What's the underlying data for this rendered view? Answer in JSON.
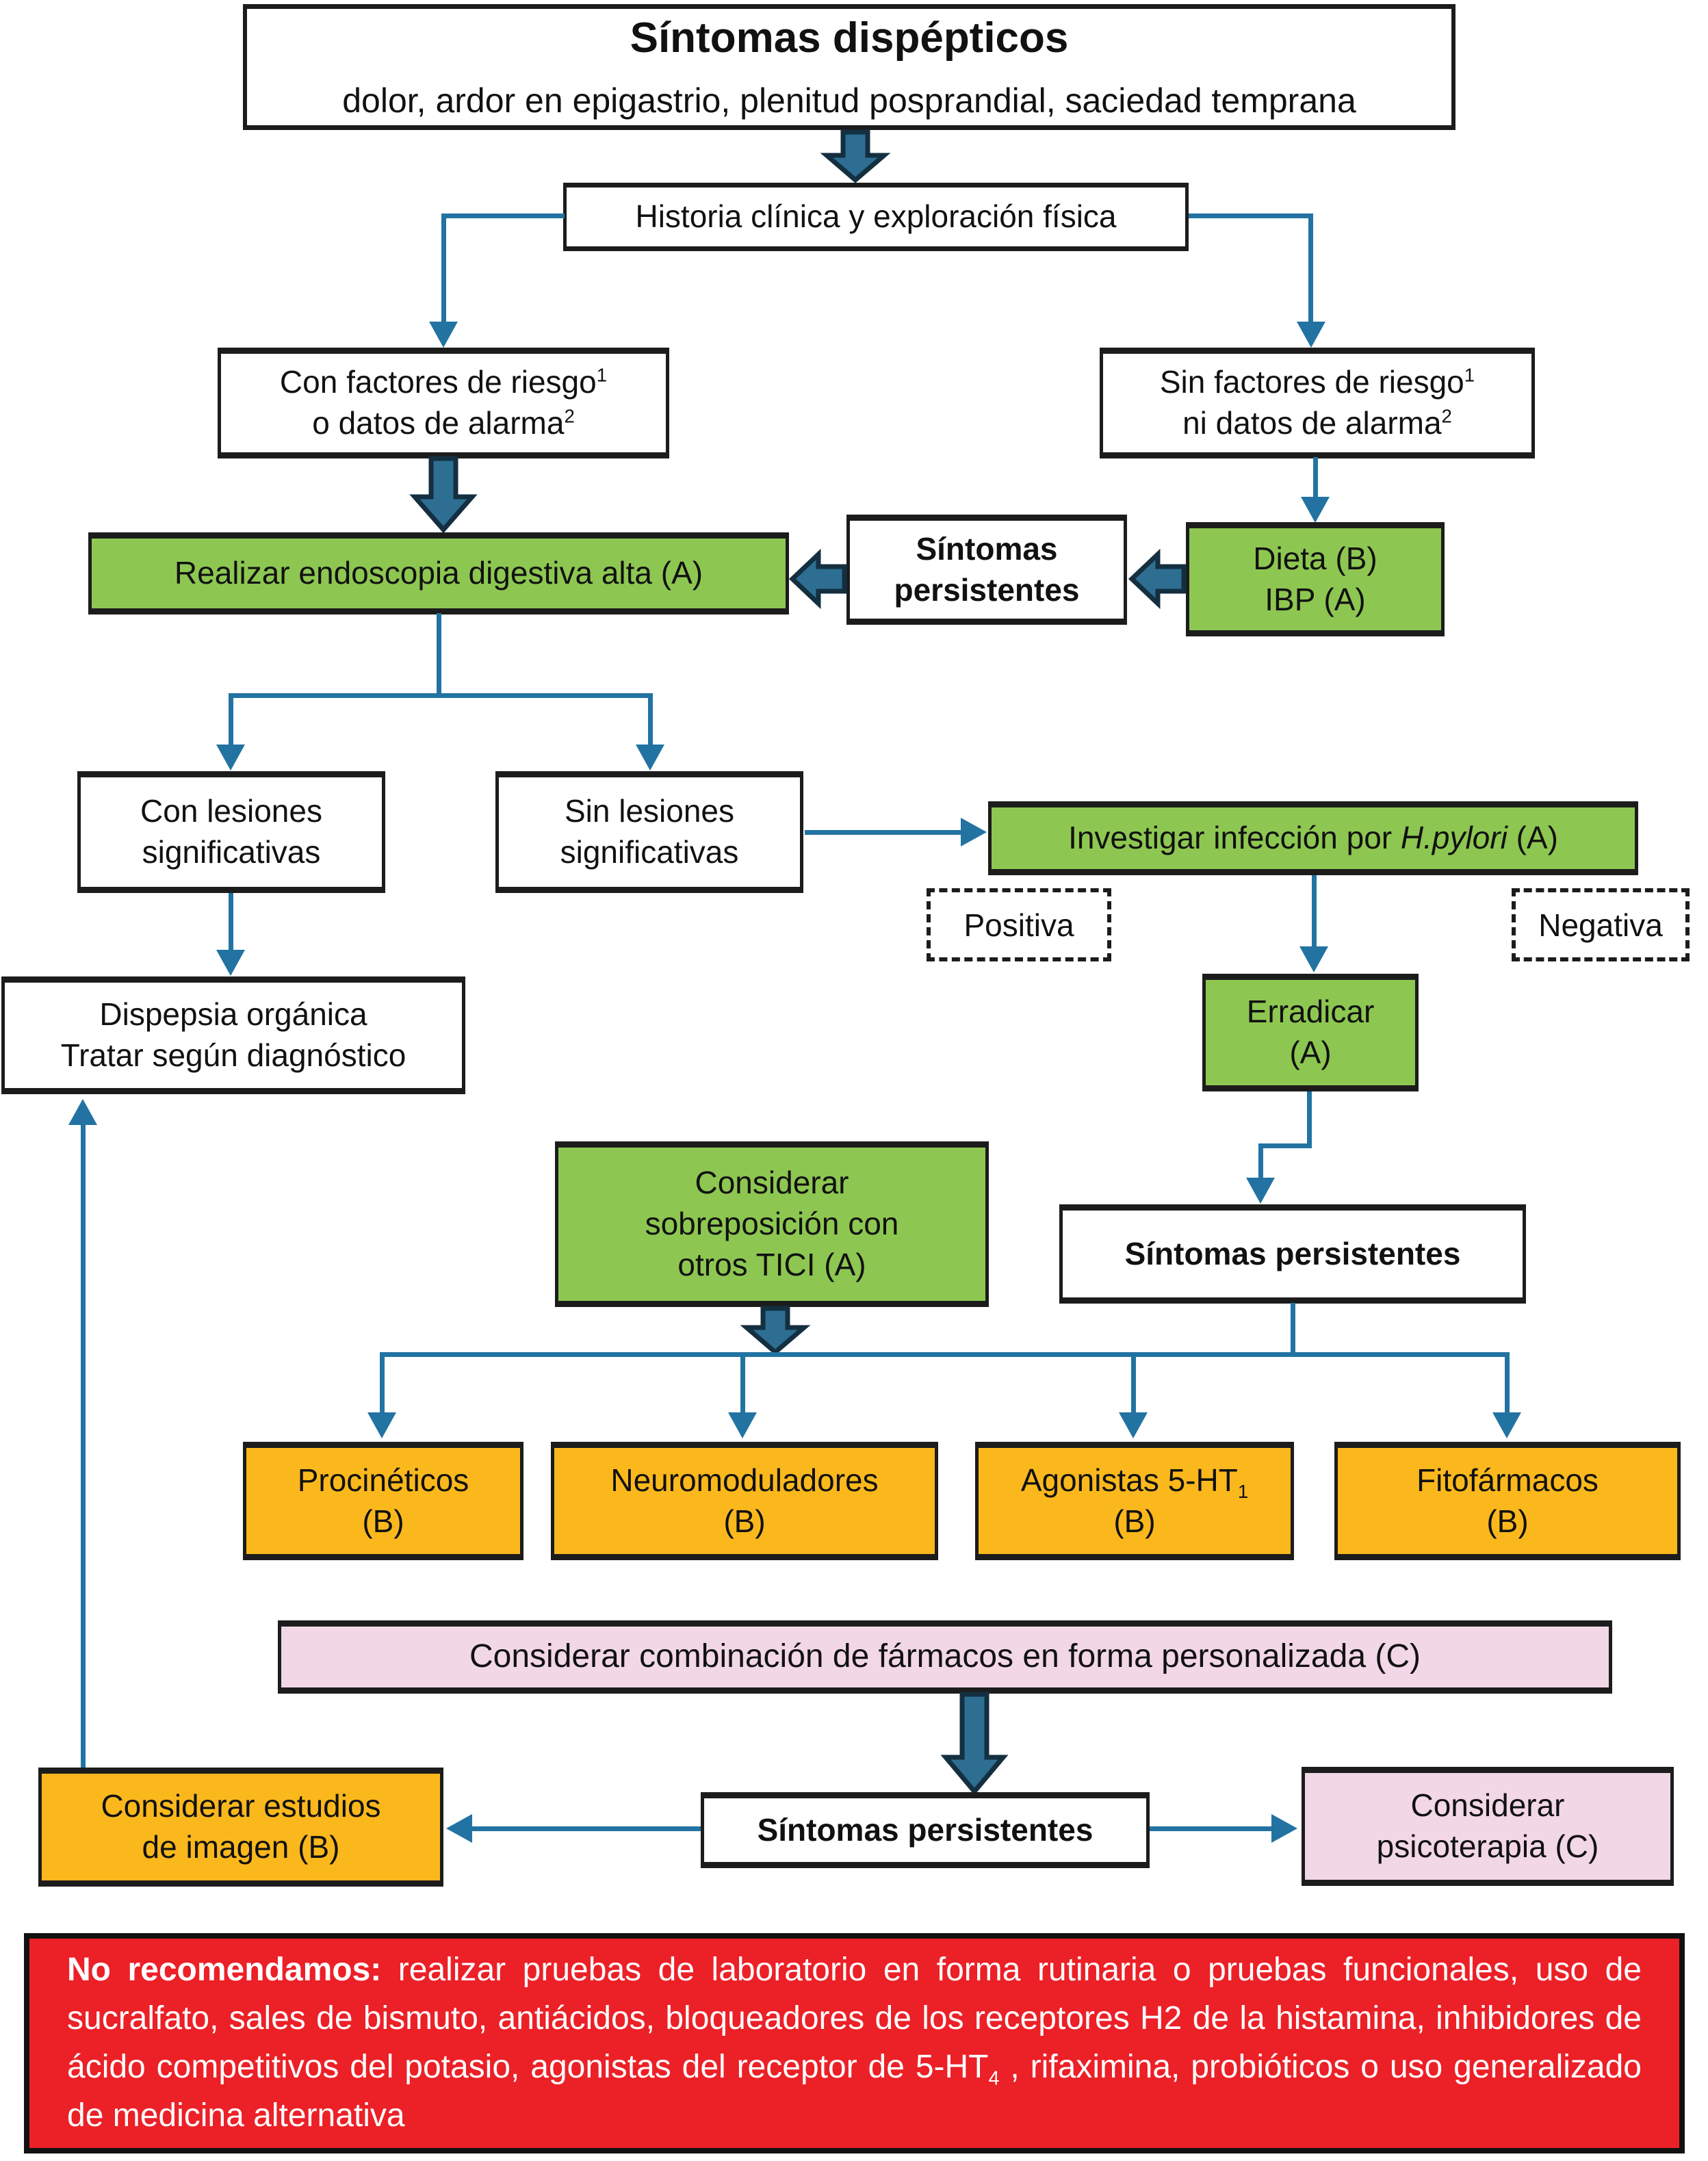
{
  "colors": {
    "node_green": "#8dc751",
    "node_orange": "#fbb81d",
    "node_pink": "#f2d7e7",
    "warning_red": "#ec2027",
    "arrow_teal": "#2273a2",
    "block_arrow_fill": "#2d6e92",
    "block_arrow_outline": "#142f40",
    "box_border": "#1c1c1c"
  },
  "nodes": {
    "sintomas_dispepticos": {
      "title": "Síntomas dispépticos",
      "subtitle": "dolor, ardor en epigastrio, plenitud posprandial, saciedad temprana"
    },
    "historia": {
      "label": "Historia clínica y exploración física"
    },
    "con_factores": {
      "line1": "Con factores de riesgo",
      "line1_sup": "1",
      "line2": "o datos de alarma",
      "line2_sup": "2"
    },
    "sin_factores": {
      "line1": "Sin factores de riesgo",
      "line1_sup": "1",
      "line2": "ni datos de alarma",
      "line2_sup": "2"
    },
    "endoscopia": {
      "label": "Realizar endoscopia digestiva alta (A)"
    },
    "sintomas_persistentes_1": {
      "line1": "Síntomas",
      "line2": "persistentes"
    },
    "dieta_ibp": {
      "line1": "Dieta (B)",
      "line2": "IBP (A)"
    },
    "con_lesiones": {
      "line1": "Con lesiones",
      "line2": "significativas"
    },
    "sin_lesiones": {
      "line1": "Sin lesiones",
      "line2": "significativas"
    },
    "dispepsia_organica": {
      "line1": "Dispepsia orgánica",
      "line2": "Tratar según diagnóstico"
    },
    "investigar_hpylori": {
      "pre": "Investigar infección por ",
      "italic": "H.pylori",
      "post": " (A)"
    },
    "positiva": {
      "label": "Positiva"
    },
    "negativa": {
      "label": "Negativa"
    },
    "erradicar": {
      "line1": "Erradicar",
      "line2": "(A)"
    },
    "sobreposicion_tici": {
      "line1": "Considerar",
      "line2": "sobreposición con",
      "line3": "otros TICI (A)"
    },
    "sintomas_persistentes_2": {
      "label": "Síntomas persistentes"
    },
    "procineticos": {
      "line1": "Procinéticos",
      "line2": "(B)"
    },
    "neuromoduladores": {
      "line1": "Neuromoduladores",
      "line2": "(B)"
    },
    "agonistas_5ht1": {
      "line1": "Agonistas 5-HT",
      "line1_sub": "1",
      "line2": "(B)"
    },
    "fitofarmacos": {
      "line1": "Fitofármacos",
      "line2": "(B)"
    },
    "combinacion": {
      "label": "Considerar combinación de fármacos en forma personalizada (C)"
    },
    "estudios_imagen": {
      "line1": "Considerar estudios",
      "line2": "de imagen (B)"
    },
    "sintomas_persistentes_3": {
      "label": "Síntomas persistentes"
    },
    "psicoterapia": {
      "line1": "Considerar",
      "line2": "psicoterapia (C)"
    },
    "no_recomendamos": {
      "bold": "No recomendamos:",
      "text_before_sub": " realizar pruebas de laboratorio en forma rutinaria o pruebas funcionales, uso de sucralfato, sales de bismuto, antiácidos, bloqueadores de los receptores H2 de la histamina, inhibidores de ácido competitivos del potasio, agonistas del receptor de 5-HT",
      "sub": "4",
      "text_after_sub": " , rifaximina, probióticos o uso generalizado de medicina alternativa"
    }
  }
}
